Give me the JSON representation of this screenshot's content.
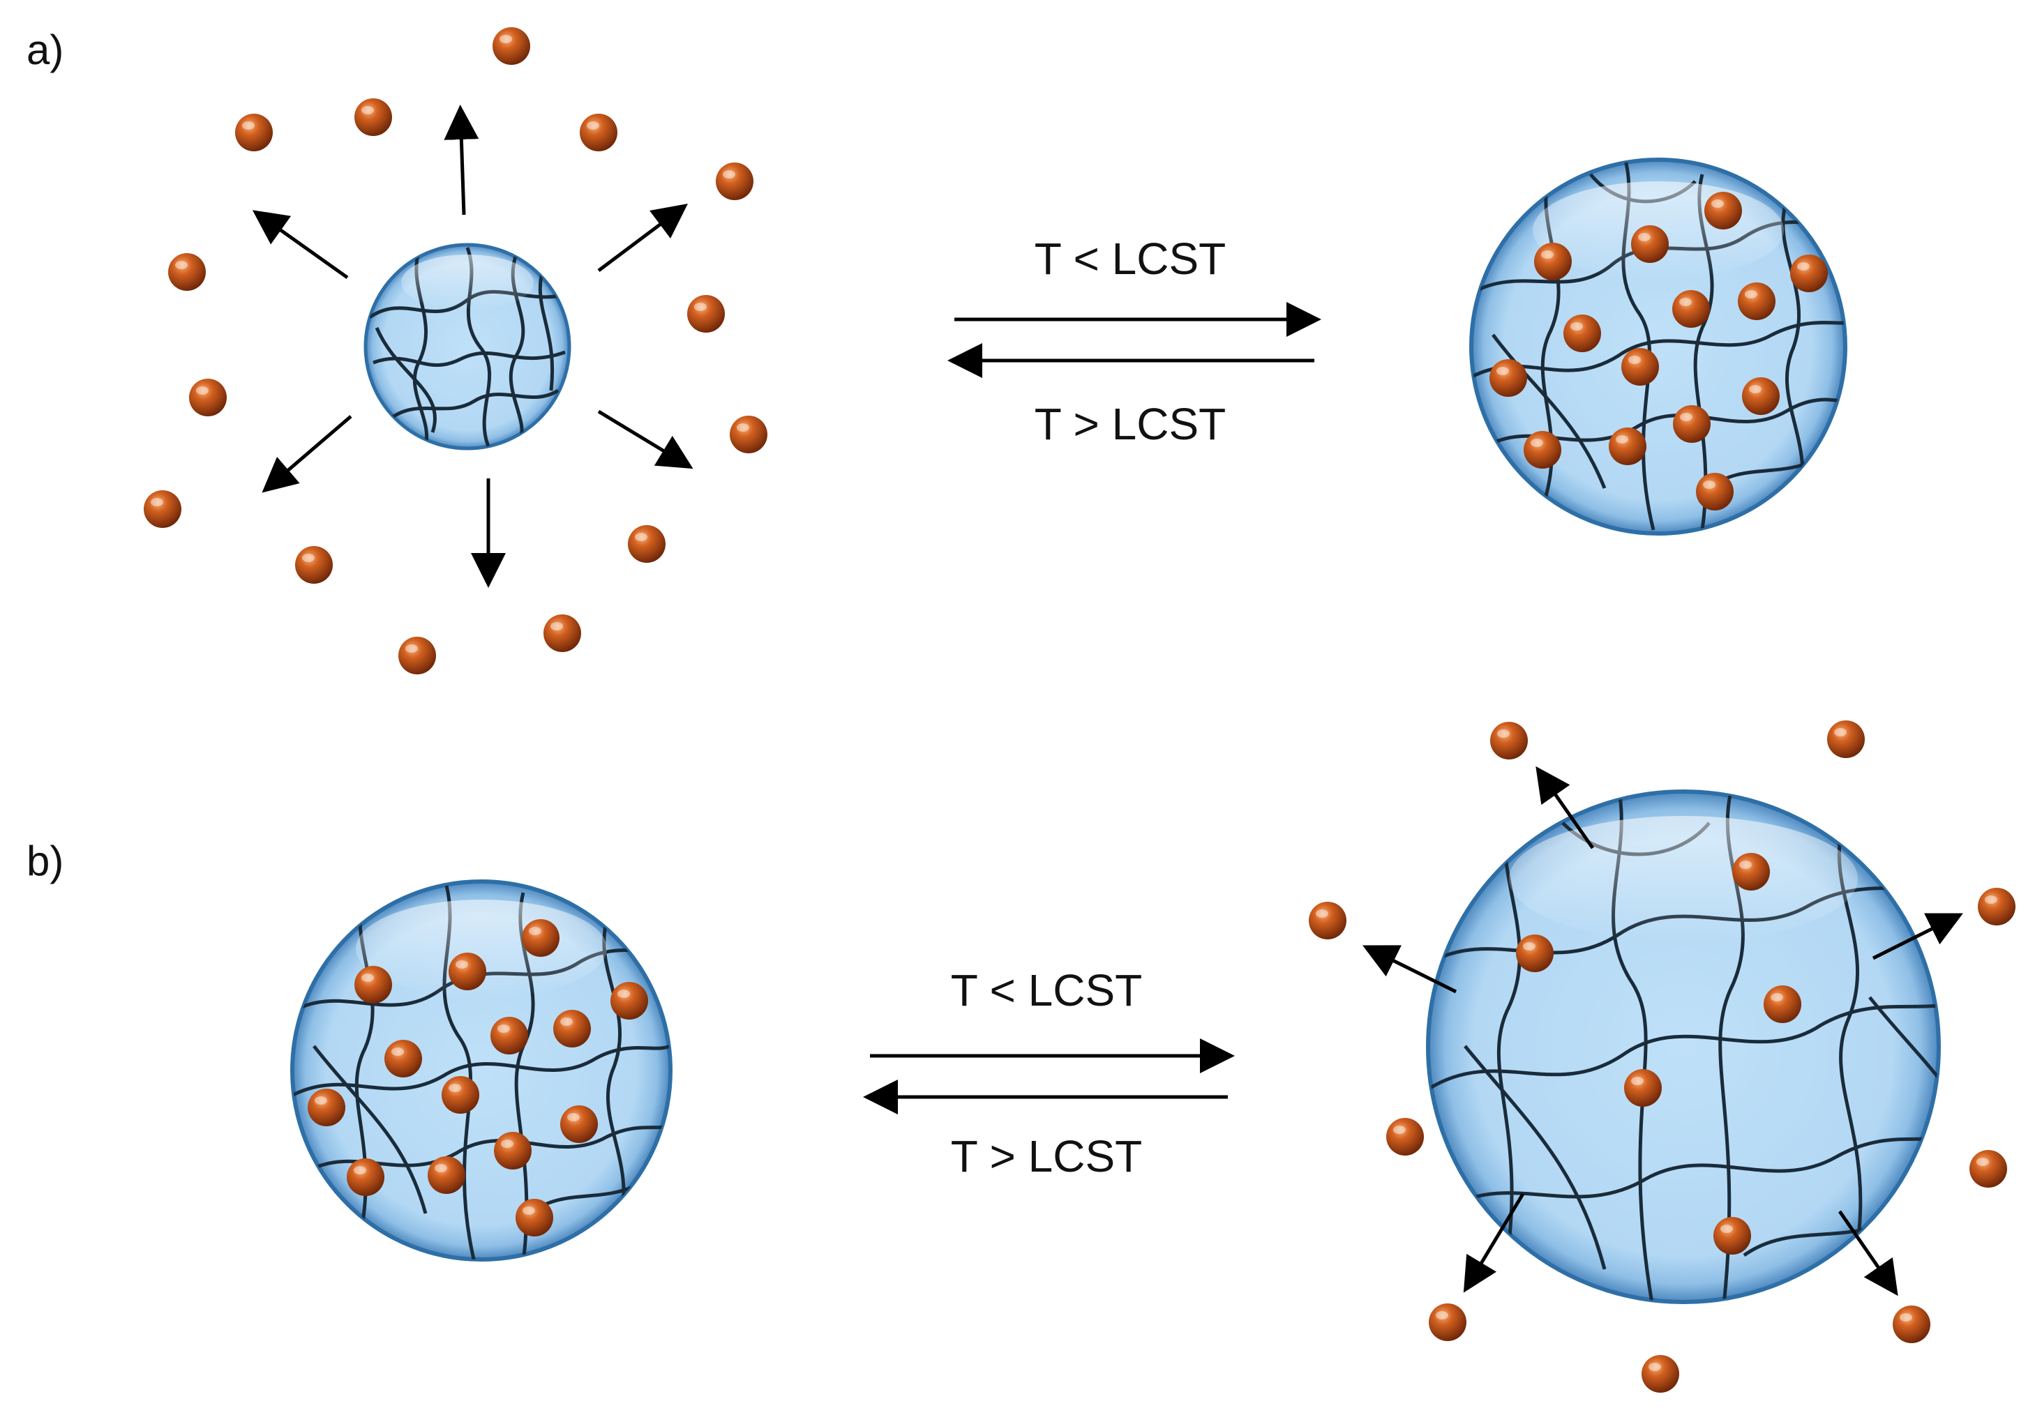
{
  "panels": [
    {
      "label": "a)",
      "forward_condition": "T < LCST",
      "reverse_condition": "T > LCST"
    },
    {
      "label": "b)",
      "forward_condition": "T < LCST",
      "reverse_condition": "T > LCST"
    }
  ],
  "colors": {
    "particle": "#c0501a",
    "particle_highlight": "#f4a46a",
    "particle_shadow": "#6e2608",
    "gel_fill": "#b9dcf6",
    "gel_rim": "#2e6fa7",
    "polymer_chain": "#1a2b3a",
    "arrow": "#000000",
    "background": "#ffffff"
  }
}
